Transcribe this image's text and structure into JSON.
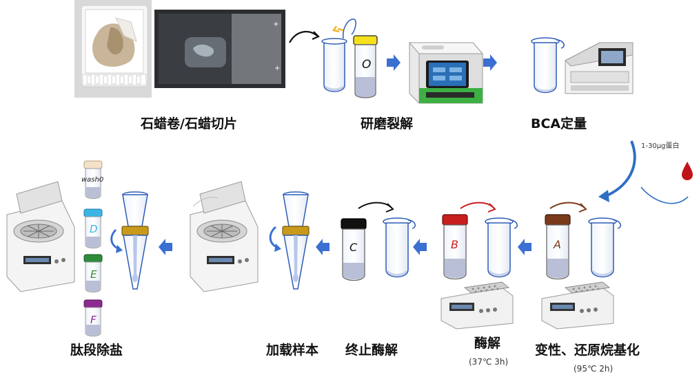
{
  "steps": {
    "paraffin": "石蜡卷/石蜡切片",
    "grind": "研磨裂解",
    "bca": "BCA定量",
    "denature": "变性、还原烷基化",
    "denature_cond": "(95℃ 2h)",
    "digest": "酶解",
    "digest_cond": "(37℃ 3h)",
    "stop": "终止酶解",
    "load": "加载样本",
    "desalt": "肽段除盐"
  },
  "annotations": {
    "protein_amount": "1-30μg蛋白"
  },
  "tubes": {
    "o": "O",
    "a": "A",
    "b": "B",
    "c": "C",
    "d": "D",
    "e": "E",
    "f": "F",
    "wash0": "wash0"
  },
  "colors": {
    "arrow_blue": "#3b6fd1",
    "cap_yellow": "#f5e11b",
    "cap_brown": "#7a3a1a",
    "cap_red": "#c81e1e",
    "cap_black": "#111111",
    "cap_cyan": "#3cb5e5",
    "cap_green": "#2e8b3a",
    "cap_purple": "#8a2b8f",
    "cap_cream": "#f4e2c8",
    "gold_ring": "#c99a1a",
    "liquid": "#b8bfd6",
    "device_green": "#3cb043",
    "blood_red": "#c0141b"
  }
}
